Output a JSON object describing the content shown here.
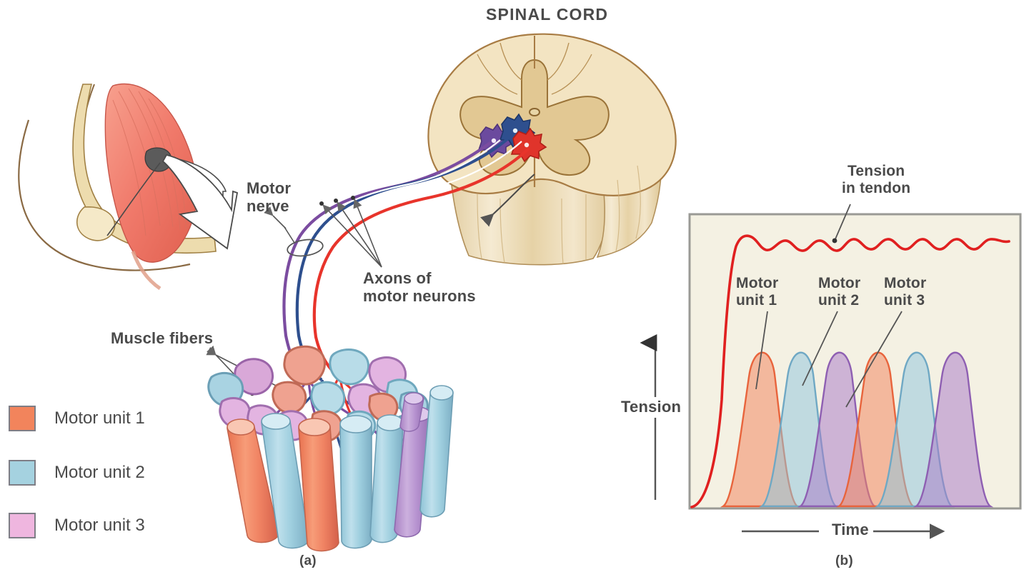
{
  "figure": {
    "title_spinal_cord": "SPINAL CORD",
    "panel_a_caption": "(a)",
    "panel_b_caption": "(b)"
  },
  "labels": {
    "motor_nerve": "Motor\nnerve",
    "axons_of_motor_neurons": "Axons of\nmotor neurons",
    "muscle_fibers": "Muscle fibers",
    "tension_in_tendon": "Tension\nin tendon",
    "tension_axis": "Tension",
    "time_axis": "Time"
  },
  "legend": {
    "items": [
      {
        "label": "Motor unit 1",
        "color": "#F2845C"
      },
      {
        "label": "Motor unit 2",
        "color": "#A5D2E0"
      },
      {
        "label": "Motor unit 3",
        "color": "#EFB6DF"
      }
    ]
  },
  "callouts": {
    "motor_unit_1": "Motor\nunit 1",
    "motor_unit_2": "Motor\nunit 2",
    "motor_unit_3": "Motor\nunit 3"
  },
  "colors": {
    "motor_unit_1": "#F2845C",
    "motor_unit_2": "#A5D2E0",
    "motor_unit_3": "#EFB6DF",
    "axon_1_red": "#E8342B",
    "axon_2_blue": "#2E4F8E",
    "axon_3_purple": "#7B4CA0",
    "tension_curve_red": "#E02020",
    "chart_background": "#F4F1E3",
    "chart_border": "#9A9A95",
    "bone_tan": "#EBD9AE",
    "cord_tan": "#EEDCB6",
    "muscle_red": "#F08878",
    "text_gray": "#4A4A4A"
  },
  "chart_data": {
    "type": "line",
    "title": "",
    "xlabel": "Time",
    "ylabel": "Tension",
    "grid": false,
    "legend_position": "external-left",
    "axis_ranges": {
      "x": [
        0,
        100
      ],
      "y": [
        0,
        100
      ]
    },
    "annotations": [
      {
        "text": "Tension in tendon",
        "target_x": 38,
        "target_y": 92
      },
      {
        "text": "Motor unit 1",
        "target_x": 16,
        "target_y": 58
      },
      {
        "text": "Motor unit 2",
        "target_x": 32,
        "target_y": 58
      },
      {
        "text": "Motor unit 3",
        "target_x": 47,
        "target_y": 58
      }
    ],
    "series": [
      {
        "name": "Tension in tendon",
        "kind": "line",
        "color": "#E02020",
        "description": "Summed tendon tension: rises steeply then plateaus near maximum with small ripples",
        "x": [
          3,
          6,
          9,
          12,
          15,
          20,
          25,
          30,
          35,
          40,
          45,
          50,
          55,
          60,
          65,
          70,
          75,
          80,
          85,
          90,
          95,
          100
        ],
        "y": [
          0,
          18,
          55,
          84,
          92,
          93,
          90,
          93,
          90,
          93,
          91,
          93,
          90,
          93,
          91,
          93,
          90,
          93,
          91,
          93,
          91,
          93
        ]
      },
      {
        "name": "Motor unit 1 twitch A",
        "kind": "area",
        "color": "#F2845C",
        "peak_x": 16,
        "peak_y": 58,
        "start_x": 4,
        "end_x": 30
      },
      {
        "name": "Motor unit 2 twitch A",
        "kind": "area",
        "color": "#A5D2E0",
        "peak_x": 27,
        "peak_y": 58,
        "start_x": 15,
        "end_x": 41
      },
      {
        "name": "Motor unit 3 twitch A",
        "kind": "area",
        "color": "#B183C9",
        "peak_x": 39,
        "peak_y": 58,
        "start_x": 27,
        "end_x": 53
      },
      {
        "name": "Motor unit 1 twitch B",
        "kind": "area",
        "color": "#F2845C",
        "peak_x": 51,
        "peak_y": 58,
        "start_x": 39,
        "end_x": 65
      },
      {
        "name": "Motor unit 2 twitch B",
        "kind": "area",
        "color": "#A5D2E0",
        "peak_x": 63,
        "peak_y": 58,
        "start_x": 51,
        "end_x": 77
      },
      {
        "name": "Motor unit 3 twitch B",
        "kind": "area",
        "color": "#B183C9",
        "peak_x": 75,
        "peak_y": 58,
        "start_x": 63,
        "end_x": 89
      }
    ]
  },
  "anatomy": {
    "spinal_cord": {
      "neuron_cell_bodies": [
        {
          "unit": "Motor unit 3",
          "color": "#7B4CA0"
        },
        {
          "unit": "Motor unit 2",
          "color": "#2E4F8E"
        },
        {
          "unit": "Motor unit 1",
          "color": "#E8342B"
        }
      ]
    },
    "arm_inset": {
      "description": "Flexed arm showing biceps muscle with magnification arrow"
    },
    "muscle_bundle": {
      "description": "Bundle of muscle fibers colored by motor unit"
    }
  }
}
